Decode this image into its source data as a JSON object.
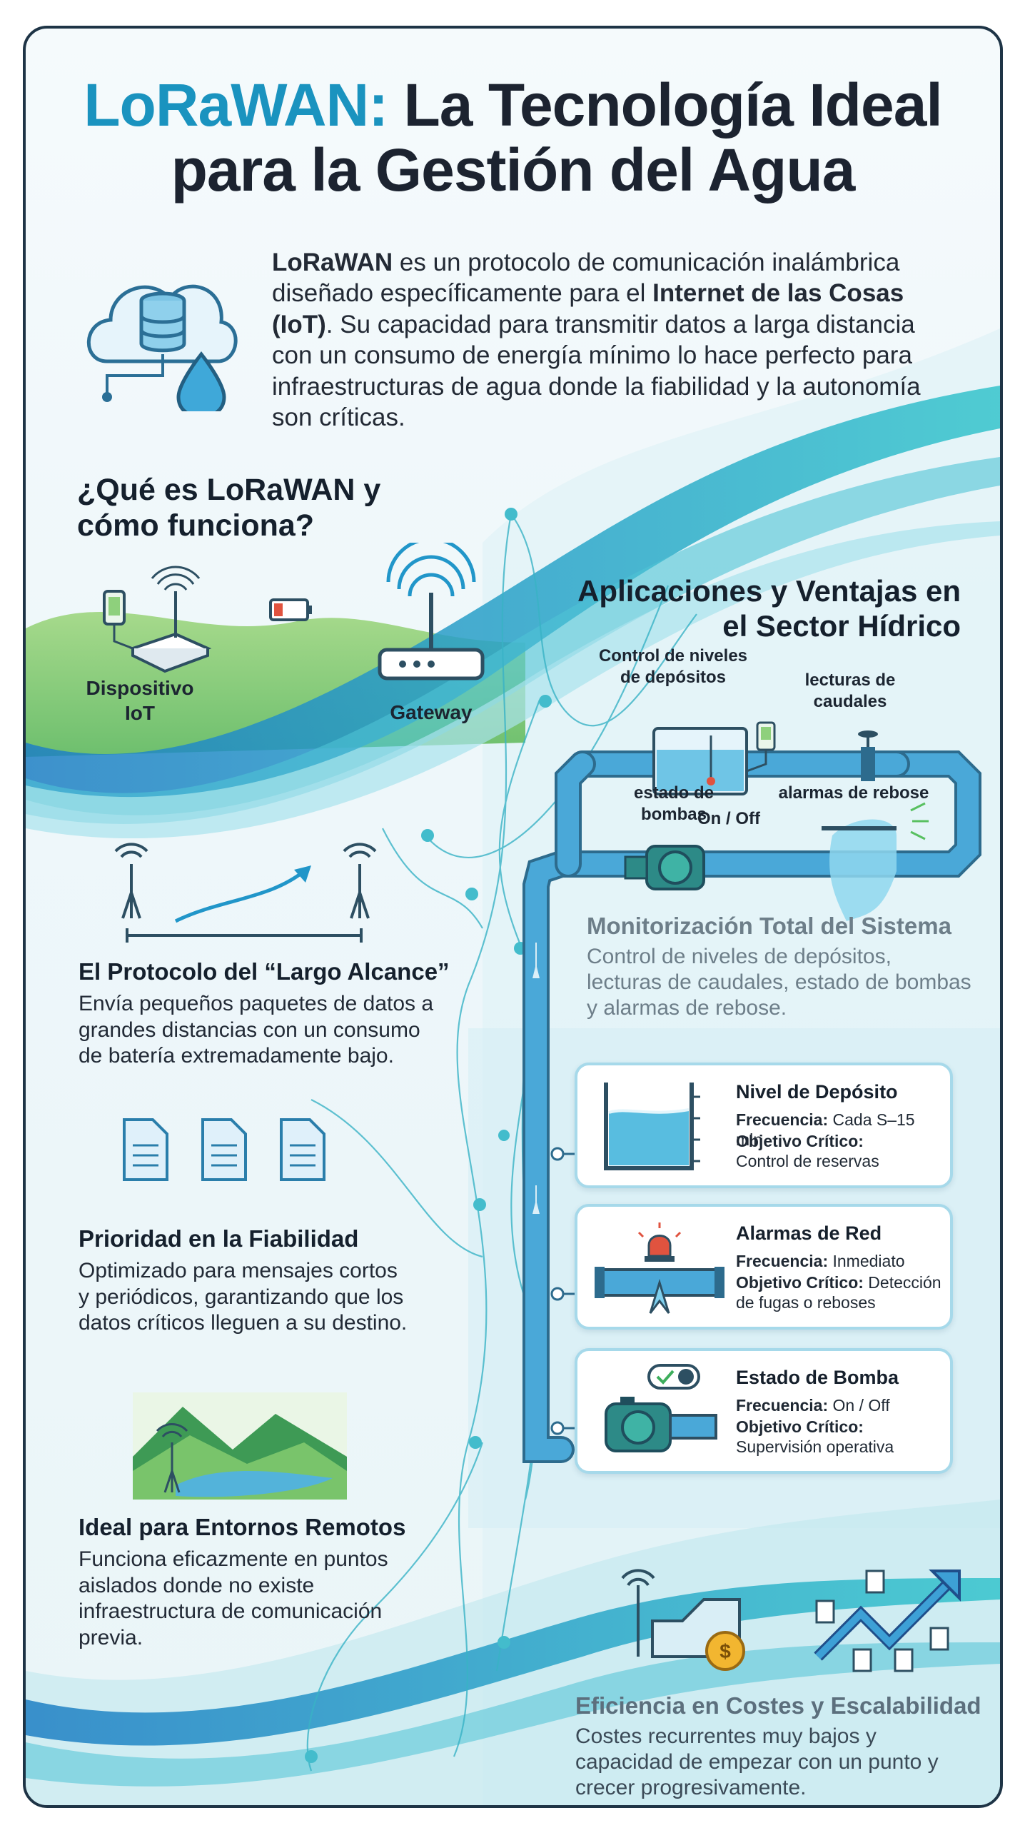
{
  "header": {
    "title_accent": "LoRaWAN:",
    "title_line1_rest": "La Tecnología Ideal",
    "title_line2": "para la Gestión del Agua"
  },
  "intro": {
    "lead": "LoRaWAN",
    "part1": "es un protocolo de comunicación inalámbrica diseñado específicamente para el",
    "bold": "Internet de las Cosas (IoT)",
    "part2": ". Su capacidad para transmitir datos a larga distancia con un consumo de energía mínimo lo hace perfecto para infraestructuras de agua donde la fiabilidad y la autonomía son críticas."
  },
  "left": {
    "heading": "¿Qué es LoRaWAN y cómo funciona?",
    "device_label": "Dispositivo IoT",
    "gateway_label": "Gateway",
    "sections": [
      {
        "title": "El Protocolo del “Largo Alcance”",
        "text": "Envía pequeños paquetes de datos a grandes distancias con un consumo de batería extremadamente bajo."
      },
      {
        "title": "Prioridad en la Fiabilidad",
        "text": "Optimizado para mensajes cortos y periódicos, garantizando que los datos críticos lleguen a su destino."
      },
      {
        "title": "Ideal para Entornos Remotos",
        "text": "Funciona eficazmente en puntos aislados donde no existe infraestructura de comunicación previa."
      }
    ]
  },
  "right": {
    "heading": "Aplicaciones y Ventajas en el Sector Hídrico",
    "diagram_labels": {
      "deposit": "Control de niveles de depósitos",
      "flow": "lecturas de caudales",
      "pumps": "estado de bombas",
      "onoff": "On / Off",
      "overflow": "alarmas de rebose"
    },
    "monitor": {
      "title": "Monitorización Total del Sistema",
      "text": "Control de niveles de depósitos, lecturas de caudales, estado de bombas y alarmas de rebose."
    },
    "cards": [
      {
        "title": "Nivel de Depósito",
        "freq_label": "Frecuencia:",
        "freq": "Cada S–15 min",
        "obj_label": "Objetivo Crítico:",
        "obj": "Control de reservas"
      },
      {
        "title": "Alarmas de Red",
        "freq_label": "Frecuencia:",
        "freq": "Inmediato",
        "obj_label": "Objetivo Crítico:",
        "obj": "Detección de fugas o reboses"
      },
      {
        "title": "Estado de Bomba",
        "freq_label": "Frecuencia:",
        "freq": "On / Off",
        "obj_label": "Objetivo Crítico:",
        "obj": "Supervisión operativa"
      }
    ],
    "efficiency": {
      "title": "Eficiencia en Costes y Escalabilidad",
      "text": "Costes recurrentes muy bajos y capacidad de empezar con un punto y crecer progresivamente."
    }
  },
  "colors": {
    "accent": "#1a93bf",
    "pipe": "#3a9fd0",
    "wave": "#2bb6c9",
    "card_border": "#a6d9ea"
  },
  "icons": [
    "cloud-database-icon",
    "water-drop-icon",
    "iot-device-icon",
    "battery-icon",
    "gateway-icon",
    "antenna-icon",
    "document-icon",
    "landscape-icon",
    "tank-icon",
    "siren-icon",
    "pump-icon",
    "coin-icon",
    "growth-chart-icon"
  ]
}
